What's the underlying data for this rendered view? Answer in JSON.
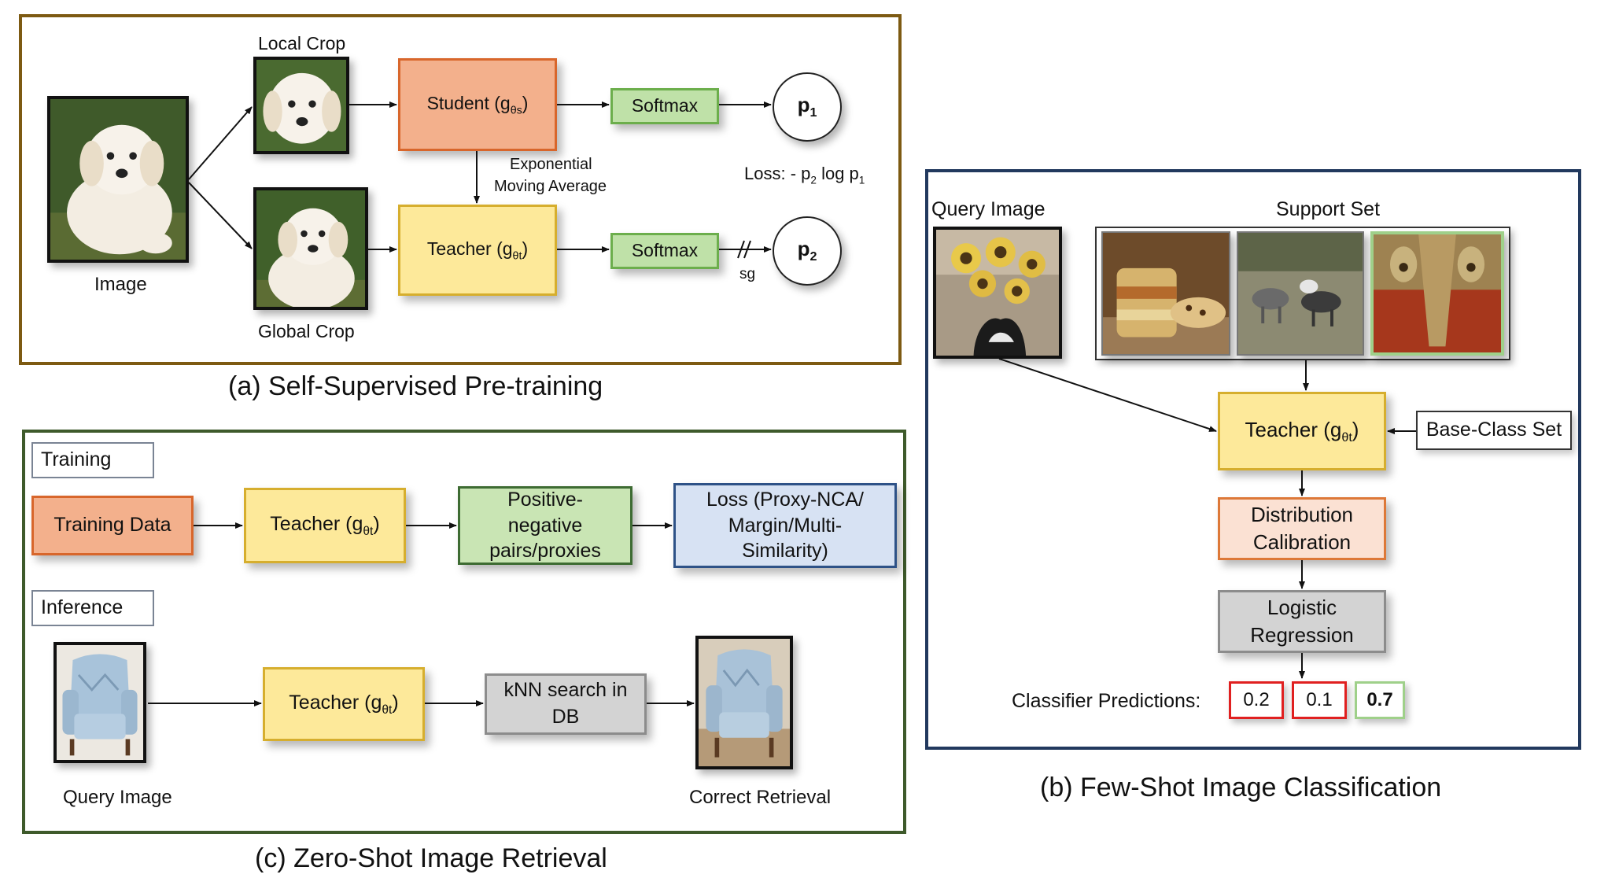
{
  "panel_a": {
    "caption": "(a) Self-Supervised Pre-training",
    "image_label": "Image",
    "local_crop_label": "Local Crop",
    "global_crop_label": "Global Crop",
    "student": {
      "text": "Student (g",
      "sub": "θs",
      "close": ")"
    },
    "teacher": {
      "text": "Teacher (g",
      "sub": "θt",
      "close": ")"
    },
    "softmax_top": "Softmax",
    "softmax_bottom": "Softmax",
    "ema_line1": "Exponential",
    "ema_line2": "Moving Average",
    "p1": {
      "text": "p",
      "sub": "1"
    },
    "p2": {
      "text": "p",
      "sub": "2"
    },
    "loss": {
      "pre": "Loss: - p",
      "sub1": "2",
      "mid": " log p",
      "sub2": "1"
    },
    "sg": "sg",
    "colors": {
      "border": "#7d5a12"
    }
  },
  "panel_b": {
    "caption": "(b) Few-Shot Image Classification",
    "query_label": "Query Image",
    "support_label": "Support Set",
    "teacher": {
      "text": "Teacher (g",
      "sub": "θt",
      "close": ")"
    },
    "base_class": "Base-Class Set",
    "calibration_line1": "Distribution",
    "calibration_line2": "Calibration",
    "logistic_line1": "Logistic",
    "logistic_line2": "Regression",
    "predictions_label": "Classifier Predictions:",
    "predictions": [
      "0.2",
      "0.1",
      "0.7"
    ],
    "colors": {
      "border": "#22395e",
      "wrong": "#e02020",
      "right": "#9fd08a"
    }
  },
  "panel_c": {
    "caption": "(c) Zero-Shot Image Retrieval",
    "training_tag": "Training",
    "inference_tag": "Inference",
    "training_data": "Training Data",
    "teacher_train": {
      "text": "Teacher (g",
      "sub": "θt",
      "close": ")"
    },
    "pairs_line1": "Positive-",
    "pairs_line2": "negative",
    "pairs_line3": "pairs/proxies",
    "loss_line1": "Loss (Proxy-NCA/",
    "loss_line2": "Margin/Multi-",
    "loss_line3": "Similarity)",
    "teacher_infer": {
      "text": "Teacher (g",
      "sub": "θt",
      "close": ")"
    },
    "knn_line1": "kNN search in",
    "knn_line2": "DB",
    "query_label": "Query Image",
    "retrieval_label": "Correct Retrieval",
    "colors": {
      "border": "#3e5a2b"
    }
  }
}
